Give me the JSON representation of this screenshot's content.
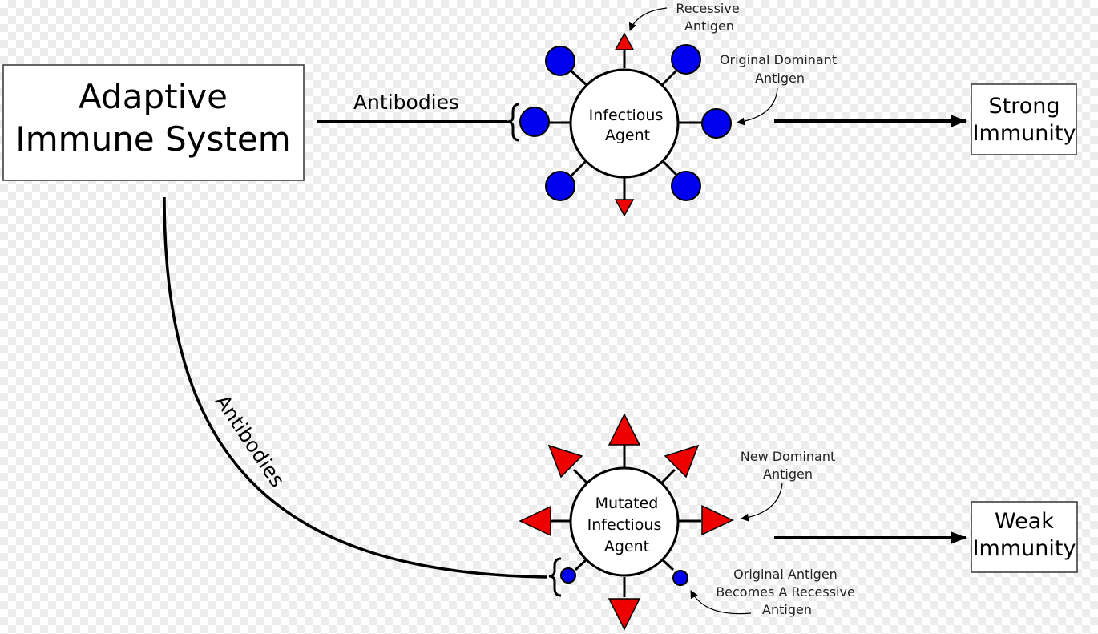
{
  "adaptive_box": {
    "line1": "Adaptive",
    "line2": "Immune System"
  },
  "edges": {
    "top_label": "Antibodies",
    "curve_label": "Antibodies"
  },
  "agent_top": {
    "line1": "Infectious",
    "line2": "Agent"
  },
  "agent_bottom": {
    "line1": "Mutated",
    "line2": "Infectious",
    "line3": "Agent"
  },
  "annotations": {
    "recessive": {
      "line1": "Recessive",
      "line2": "Antigen"
    },
    "original_dominant": {
      "line1": "Original Dominant",
      "line2": "Antigen"
    },
    "new_dominant": {
      "line1": "New Dominant",
      "line2": "Antigen"
    },
    "original_becomes": {
      "line1": "Original Antigen",
      "line2": "Becomes A Recessive",
      "line3": "Antigen"
    }
  },
  "outcomes": {
    "strong": {
      "line1": "Strong",
      "line2": "Immunity"
    },
    "weak": {
      "line1": "Weak",
      "line2": "Immunity"
    }
  },
  "colors": {
    "dominant_antigen": "#0000ee",
    "recessive_antigen": "#ee0000",
    "stroke": "#000000"
  }
}
